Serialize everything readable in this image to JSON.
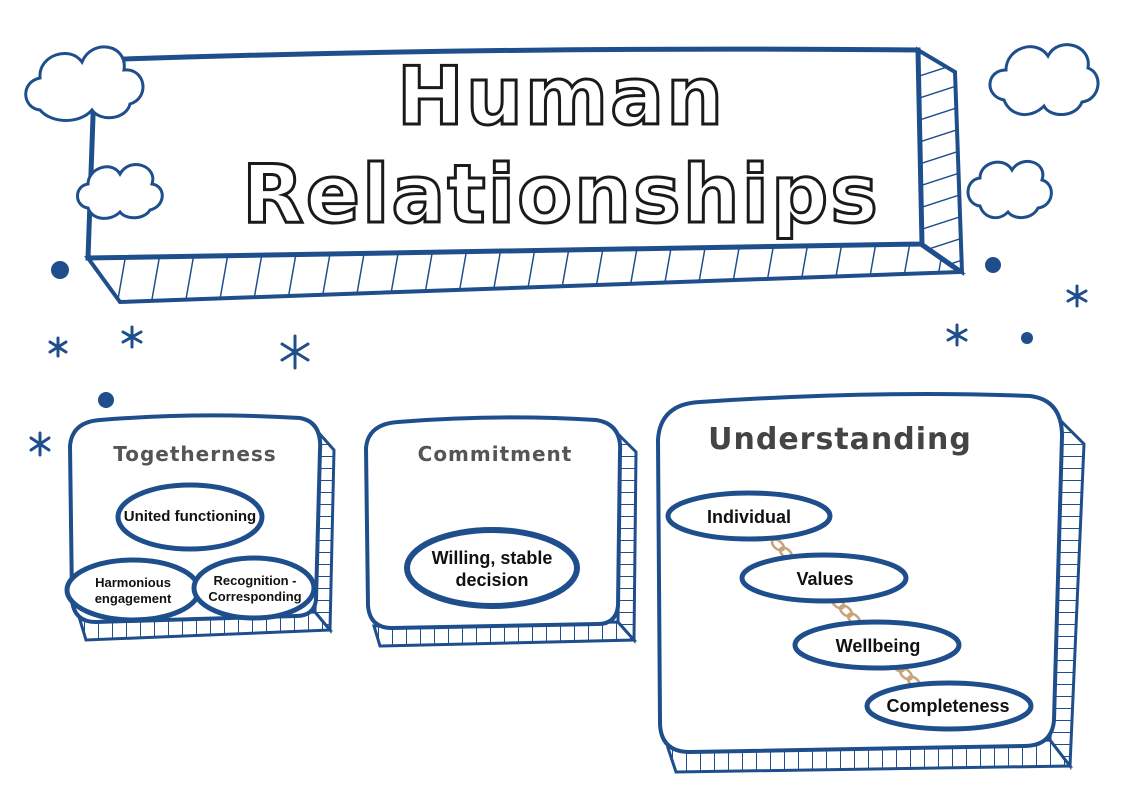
{
  "title": {
    "line1": "Human",
    "line2": "Relationships"
  },
  "colors": {
    "stroke": "#1f4e8c",
    "text": "#111111",
    "heading": "#555555",
    "link": "#c9a27a"
  },
  "boxes": [
    {
      "heading": "Togetherness",
      "items": [
        "United functioning",
        "Harmonious engagement",
        "Recognition - Corresponding"
      ]
    },
    {
      "heading": "Commitment",
      "items": [
        "Willing, stable decision"
      ]
    },
    {
      "heading": "Understanding",
      "items": [
        "Individual",
        "Values",
        "Wellbeing",
        "Completeness"
      ]
    }
  ],
  "labels": {
    "harmonious_1": "Harmonious",
    "harmonious_2": "engagement",
    "recognition_1": "Recognition -",
    "recognition_2": "Corresponding",
    "willing_1": "Willing, stable",
    "willing_2": "decision"
  },
  "decor": {
    "icons": [
      "cloud-icon",
      "sparkle-icon",
      "dot-icon",
      "chain-link-icon"
    ]
  }
}
